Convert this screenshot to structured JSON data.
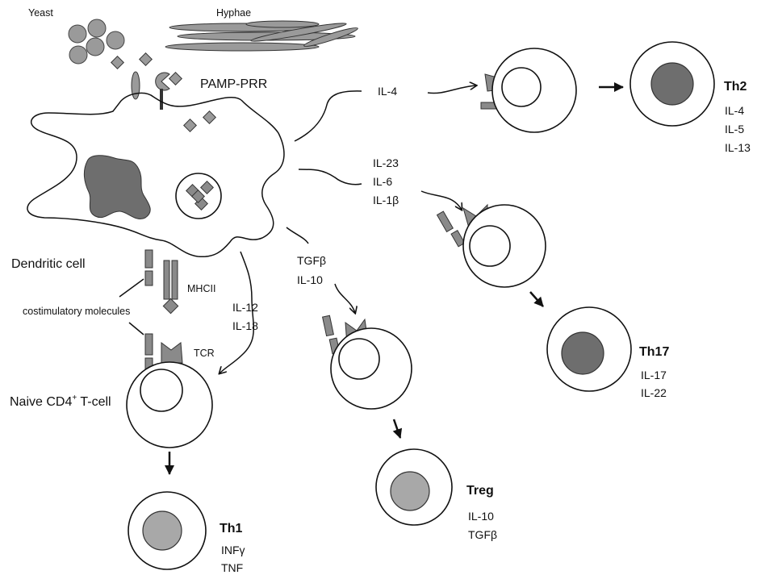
{
  "labels": {
    "yeast": "Yeast",
    "hyphae": "Hyphae",
    "pamp_prr": "PAMP-PRR",
    "dendritic_cell": "Dendritic cell",
    "mhcii": "MHCII",
    "costimulatory": "costimulatory molecules",
    "tcr": "TCR",
    "naive_cell_main": "Naive CD4",
    "naive_cell_sup": "+",
    "naive_cell_tail": " T-cell"
  },
  "pathways": [
    {
      "id": "th1",
      "cytokines": [
        "IL-12",
        "IL-18"
      ],
      "subset": "Th1",
      "products": [
        "INFγ",
        "TNF"
      ]
    },
    {
      "id": "treg",
      "cytokines": [
        "TGFβ",
        "IL-10"
      ],
      "subset": "Treg",
      "products": [
        "IL-10",
        "TGFβ"
      ]
    },
    {
      "id": "th17",
      "cytokines": [
        "IL-23",
        "IL-6",
        "IL-1β"
      ],
      "subset": "Th17",
      "products": [
        "IL-17",
        "IL-22"
      ]
    },
    {
      "id": "th2",
      "cytokines": [
        "IL-4"
      ],
      "subset": "Th2",
      "products": [
        "IL-4",
        "IL-5",
        "IL-13"
      ]
    }
  ],
  "colors": {
    "stroke": "#111111",
    "nucleus_dark": "#6e6e6e",
    "nucleus_light": "#a8a8a8",
    "particle": "#9a9a9a",
    "receptor": "#8a8a8a"
  }
}
